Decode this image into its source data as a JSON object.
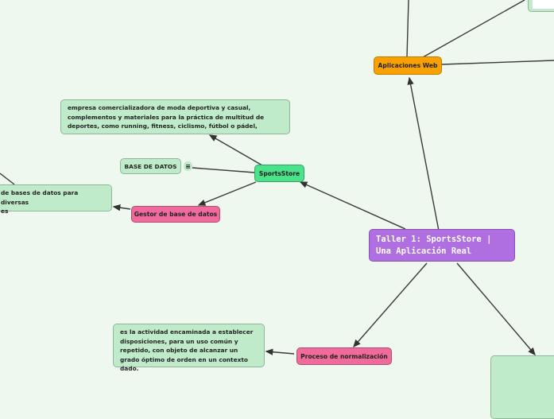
{
  "central": {
    "line1": "Taller 1: SportsStore |",
    "line2": "Una Aplicación Real"
  },
  "aplicaciones_web": "Aplicaciones Web",
  "sportsstore": {
    "label": "SportsStore",
    "description": "empresa comercializadora de moda deportiva y casual, complementos y materiales para la práctica de multitud de deportes, como running, fitness, ciclismo, fútbol o pádel,",
    "note_label": "BASE DE DATOS",
    "note_icon": "≡"
  },
  "gestor": {
    "label": "Gestor de base de datos",
    "description_line1": "de bases de datos para diversas",
    "description_line2": "es"
  },
  "normalizacion": {
    "label": "Proceso de normalización",
    "description": "es la actividad encaminada a establecer disposiciones, para un uso común y repetido, con objeto de alcanzar un grado óptimo de orden en un contexto dado."
  },
  "colors": {
    "central": "#b06fe0",
    "orange": "#f9a100",
    "pink": "#f06b9c",
    "bright_green": "#4be28c",
    "pale_green": "#c0ebcb"
  }
}
